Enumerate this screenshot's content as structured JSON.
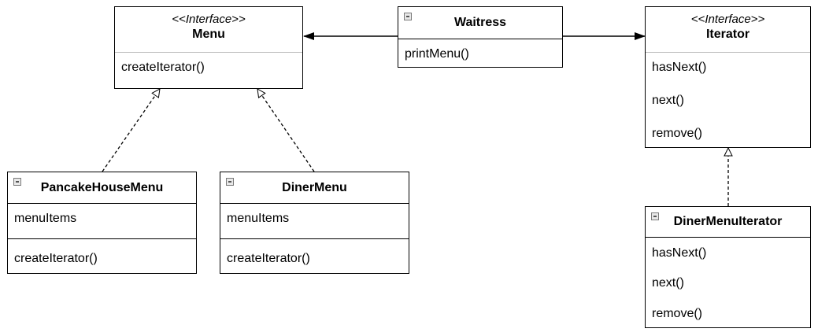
{
  "diagram": {
    "classes": {
      "menu": {
        "stereotype": "<<Interface>>",
        "name": "Menu",
        "methods": [
          "createIterator()"
        ]
      },
      "waitress": {
        "name": "Waitress",
        "methods": [
          "printMenu()"
        ]
      },
      "iterator": {
        "stereotype": "<<Interface>>",
        "name": "Iterator",
        "methods": [
          "hasNext()",
          "next()",
          "remove()"
        ]
      },
      "pancake_house_menu": {
        "name": "PancakeHouseMenu",
        "fields": [
          "menuItems"
        ],
        "methods": [
          "createIterator()"
        ]
      },
      "diner_menu": {
        "name": "DinerMenu",
        "fields": [
          "menuItems"
        ],
        "methods": [
          "createIterator()"
        ]
      },
      "diner_menu_iterator": {
        "name": "DinerMenuIterator",
        "methods": [
          "hasNext()",
          "next()",
          "remove()"
        ]
      }
    },
    "relationships": [
      {
        "from": "Waitress",
        "to": "Menu",
        "type": "association"
      },
      {
        "from": "Waitress",
        "to": "Iterator",
        "type": "association"
      },
      {
        "from": "PancakeHouseMenu",
        "to": "Menu",
        "type": "realization"
      },
      {
        "from": "DinerMenu",
        "to": "Menu",
        "type": "realization"
      },
      {
        "from": "DinerMenuIterator",
        "to": "Iterator",
        "type": "realization"
      }
    ]
  }
}
